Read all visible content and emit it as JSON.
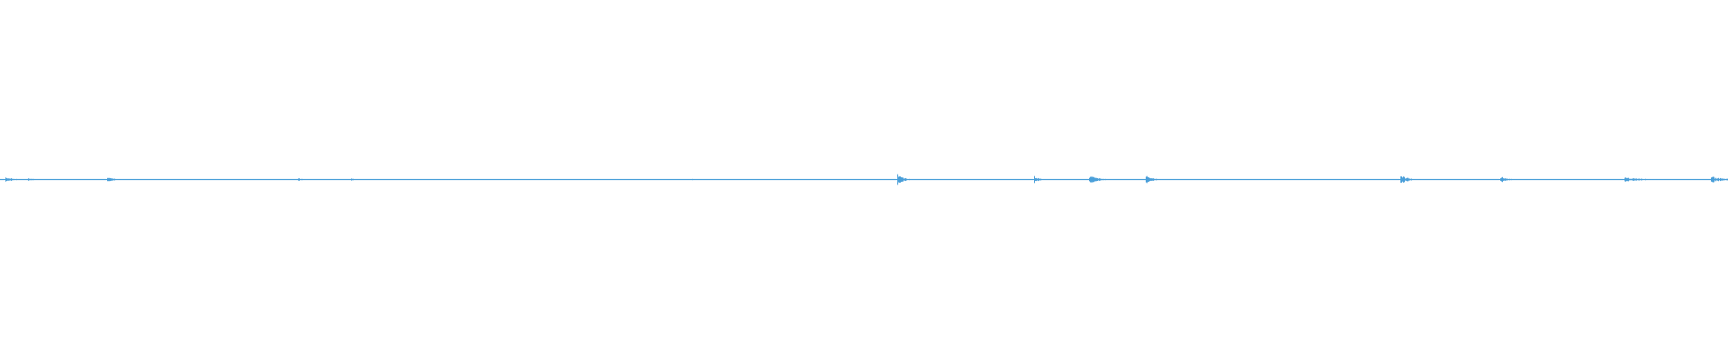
{
  "waveform": {
    "color": "#4a9fd9",
    "background": "#ffffff",
    "baseline_amplitude": 0.02,
    "bursts": [
      {
        "position": 0.003,
        "width": 0.012,
        "amplitude": 0.35
      },
      {
        "position": 0.016,
        "width": 0.01,
        "amplitude": 0.18
      },
      {
        "position": 0.062,
        "width": 0.012,
        "amplitude": 0.3
      },
      {
        "position": 0.172,
        "width": 0.008,
        "amplitude": 0.22
      },
      {
        "position": 0.203,
        "width": 0.01,
        "amplitude": 0.14
      },
      {
        "position": 0.31,
        "width": 0.006,
        "amplitude": 0.1
      },
      {
        "position": 0.4,
        "width": 0.006,
        "amplitude": 0.1
      },
      {
        "position": 0.519,
        "width": 0.01,
        "amplitude": 0.75
      },
      {
        "position": 0.598,
        "width": 0.008,
        "amplitude": 0.55
      },
      {
        "position": 0.63,
        "width": 0.014,
        "amplitude": 0.55
      },
      {
        "position": 0.663,
        "width": 0.012,
        "amplitude": 0.45
      },
      {
        "position": 0.81,
        "width": 0.014,
        "amplitude": 0.55
      },
      {
        "position": 0.868,
        "width": 0.012,
        "amplitude": 0.4
      },
      {
        "position": 0.94,
        "width": 0.03,
        "amplitude": 0.28
      },
      {
        "position": 0.99,
        "width": 0.02,
        "amplitude": 0.4
      }
    ]
  }
}
